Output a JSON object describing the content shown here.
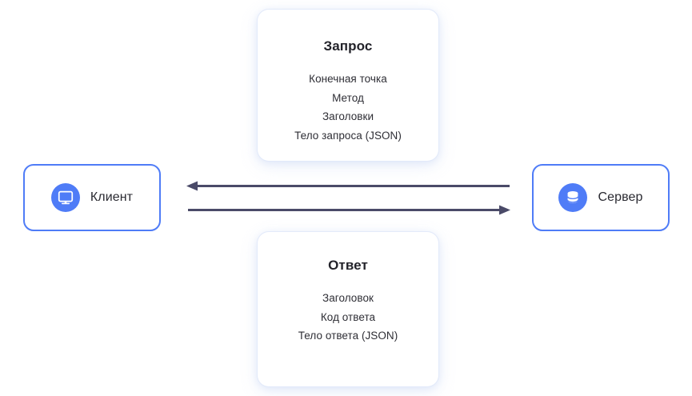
{
  "diagram": {
    "background_color": "#ffffff",
    "accent_color": "#4f7cf7",
    "arrow_color": "#4a4a68",
    "nodes": [
      {
        "id": "client",
        "label": "Клиент",
        "icon": "monitor-icon"
      },
      {
        "id": "server",
        "label": "Сервер",
        "icon": "database-icon"
      }
    ],
    "cards": [
      {
        "id": "request",
        "title": "Запрос",
        "lines": [
          "Конечная точка",
          "Метод",
          "Заголовки",
          "Тело запроса (JSON)"
        ]
      },
      {
        "id": "response",
        "title": "Ответ",
        "lines": [
          "Заголовок",
          "Код ответа",
          "Тело ответа (JSON)"
        ]
      }
    ],
    "arrows": [
      {
        "id": "response-arrow",
        "direction": "left",
        "from": "server",
        "to": "client"
      },
      {
        "id": "request-arrow",
        "direction": "right",
        "from": "client",
        "to": "server"
      }
    ]
  }
}
